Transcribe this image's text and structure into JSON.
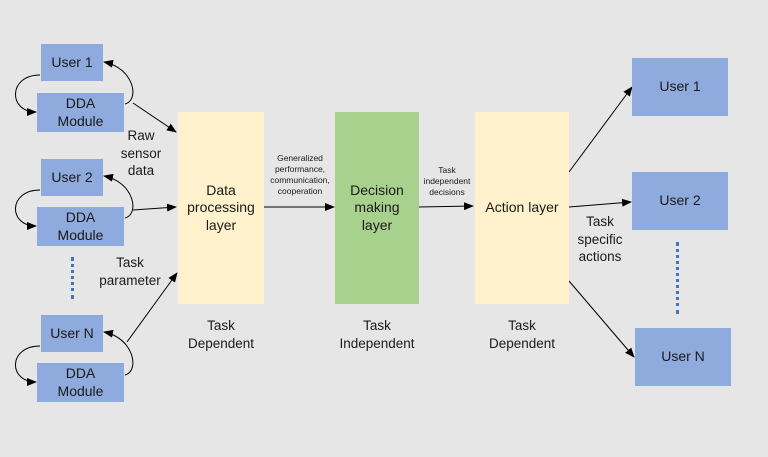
{
  "users_left": [
    {
      "user": "User 1",
      "module": "DDA\nModule"
    },
    {
      "user": "User 2",
      "module": "DDA\nModule"
    },
    {
      "user": "User N",
      "module": "DDA\nModule"
    }
  ],
  "layers": {
    "data_processing": "Data\nprocessing\nlayer",
    "decision_making": "Decision\nmaking\nlayer",
    "action": "Action layer"
  },
  "users_right": [
    "User 1",
    "User 2",
    "User N"
  ],
  "labels": {
    "raw_sensor_data": "Raw\nsensor\ndata",
    "task_parameter": "Task\nparameter",
    "generalized": "Generalized\nperformance,\ncommunication,\ncooperation",
    "task_independent_decisions": "Task\nindependent\ndecisions",
    "task_specific_actions": "Task\nspecific\nactions",
    "dependent_1": "Task\nDependent",
    "independent": "Task\nIndependent",
    "dependent_2": "Task\nDependent"
  },
  "colors": {
    "user_box": "#8faadc",
    "processing_layer": "#fff2cc",
    "decision_layer": "#a9d18e",
    "dots": "#4472c4"
  }
}
